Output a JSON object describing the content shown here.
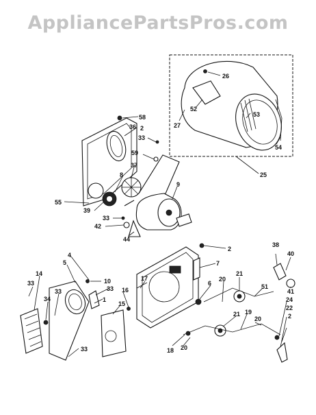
{
  "watermark": "AppliancePartsPros.com",
  "callouts": {
    "c2a": "2",
    "c2b": "2",
    "c2c": "2",
    "c4": "4",
    "c5": "5",
    "c6": "6",
    "c7": "7",
    "c8": "8",
    "c9": "9",
    "c10": "10",
    "c14": "14",
    "c15": "15",
    "c16": "16",
    "c17": "17",
    "c18": "18",
    "c19": "19",
    "c20a": "20",
    "c20b": "20",
    "c20c": "20",
    "c20d": "20",
    "c21a": "21",
    "c21b": "21",
    "c22": "22",
    "c24": "24",
    "c25": "25",
    "c26": "26",
    "c27": "27",
    "c33a": "33",
    "c33b": "33",
    "c33c": "33",
    "c33d": "33",
    "c33e": "33",
    "c33f": "33",
    "c34": "34",
    "c36": "36",
    "c37": "37",
    "c38": "38",
    "c39": "39",
    "c40": "40",
    "c41": "41",
    "c42": "42",
    "c44": "44",
    "c51": "51",
    "c52": "52",
    "c53": "53",
    "c54": "54",
    "c55": "55",
    "c58": "58",
    "c59": "59",
    "c1": "1"
  }
}
